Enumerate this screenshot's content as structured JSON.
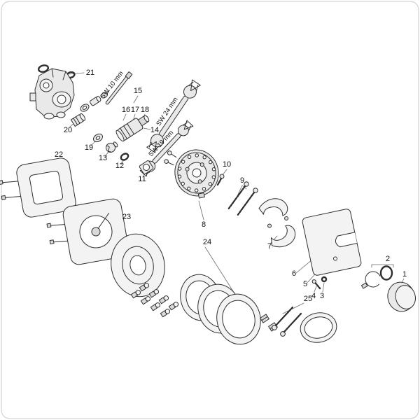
{
  "diagram": {
    "type": "exploded-parts-diagram",
    "subject": "concealed shower mixer valve exploded view",
    "colors": {
      "stroke": "#2e2e2e",
      "fill_light": "#f3f3f3",
      "ring_dark": "#3a3a3a",
      "background": "#ffffff",
      "border": "#c9c9c9"
    },
    "tools": {
      "sw10": "SW 10 mm",
      "sw24": "SW 24 mm",
      "sw19": "SW 19 mm"
    },
    "parts": {
      "p1": "1",
      "p2": "2",
      "p3": "3",
      "p4": "4",
      "p5": "5",
      "p6": "6",
      "p7": "7",
      "p8": "8",
      "p9": "9",
      "p10": "10",
      "p11": "11",
      "p12": "12",
      "p13": "13",
      "p14": "14",
      "p15": "15",
      "p16": "16",
      "p17": "17",
      "p18": "18",
      "p19": "19",
      "p20": "20",
      "p21": "21",
      "p22": "22",
      "p23": "23",
      "p24": "24",
      "p25": "25"
    }
  }
}
